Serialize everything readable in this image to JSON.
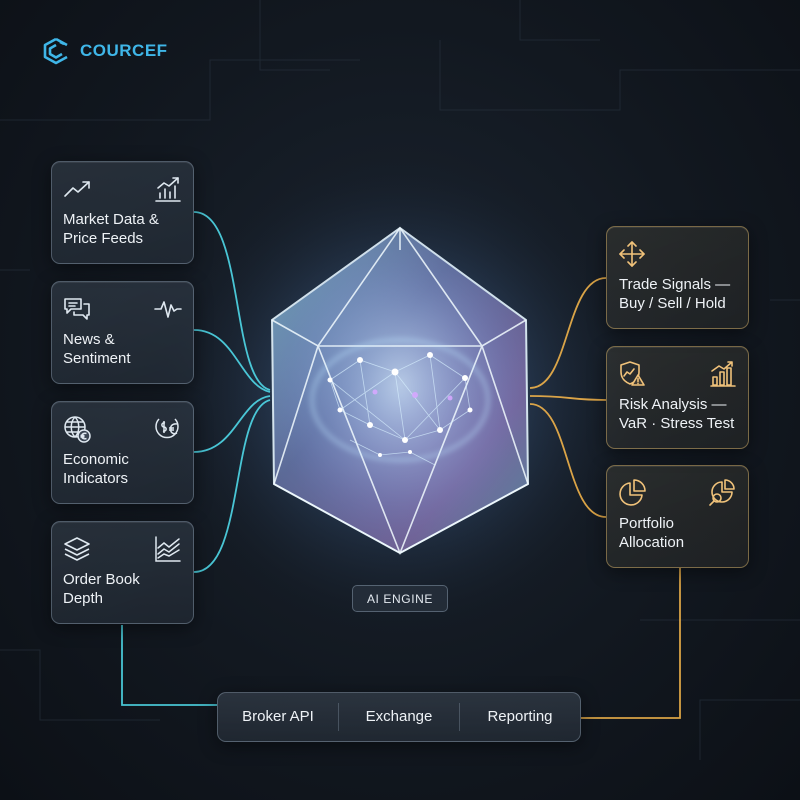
{
  "brand": {
    "name": "COURCEF",
    "color": "#3fb6e8"
  },
  "colors": {
    "input_accent": "#4fd8e8",
    "output_accent": "#f0b24a",
    "background": "#121820"
  },
  "inputs": [
    {
      "label_line1": "Market Data &",
      "label_line2": "Price Feeds",
      "icon_left": "trending-up-icon",
      "icon_right": "bar-chart-trend-icon"
    },
    {
      "label_line1": "News &",
      "label_line2": "Sentiment",
      "icon_left": "chat-bubbles-icon",
      "icon_right": "pulse-icon"
    },
    {
      "label_line1": "Economic",
      "label_line2": "Indicators",
      "icon_left": "globe-euro-icon",
      "icon_right": "dollar-euro-icon"
    },
    {
      "label_line1": "Order Book",
      "label_line2": "Depth",
      "icon_left": "layers-icon",
      "icon_right": "depth-chart-icon"
    }
  ],
  "outputs": [
    {
      "label_line1": "Trade Signals —",
      "label_line2": "Buy / Sell / Hold",
      "icon_left": "move-arrows-icon",
      "icon_right": ""
    },
    {
      "label_line1": "Risk Analysis —",
      "label_line2": "VaR · Stress Test",
      "icon_left": "shield-warning-icon",
      "icon_right": "bar-chart-icon"
    },
    {
      "label_line1": "Portfolio",
      "label_line2": "Allocation",
      "icon_left": "pie-chart-icon",
      "icon_right": "pie-chart-zoom-icon"
    }
  ],
  "engine": {
    "label": "AI ENGINE"
  },
  "integrations": [
    "Broker API",
    "Exchange",
    "Reporting"
  ]
}
